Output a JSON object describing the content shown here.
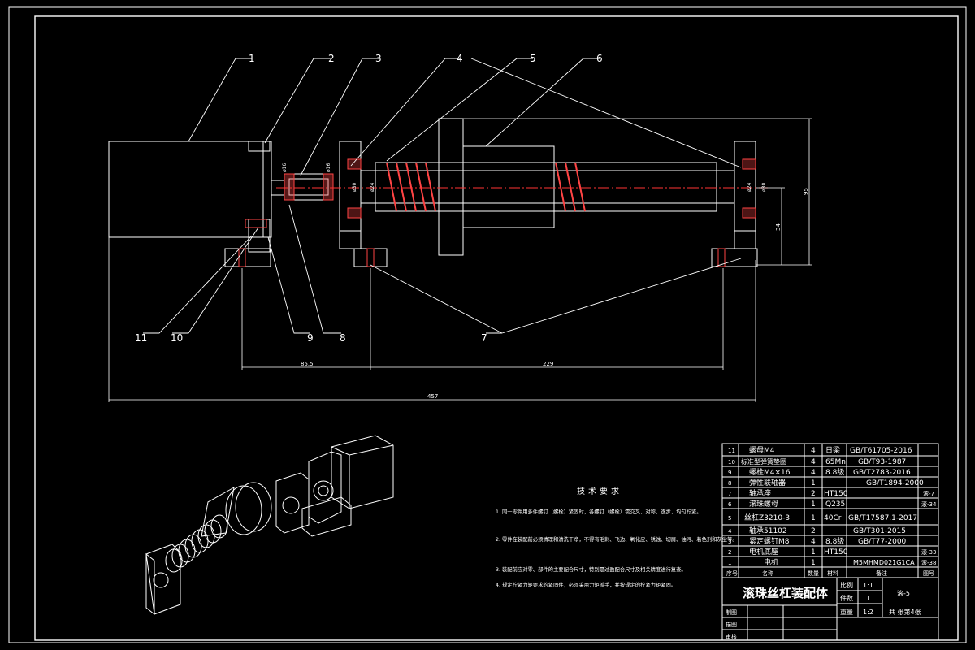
{
  "colors": {
    "background": "#000000",
    "line": "#ffffff",
    "centerline": "#ff3333",
    "hatch": "#ff4444",
    "dimension": "#ffffff"
  },
  "leaders": {
    "top": [
      "1",
      "2",
      "3",
      "4",
      "5",
      "6"
    ],
    "bottom": [
      "11",
      "10",
      "9",
      "8",
      "7"
    ]
  },
  "dimensions": {
    "seg1": "85.5",
    "seg2": "229",
    "total": "457",
    "height_outer": "95",
    "height_inner": "34",
    "dia_coupling_1": "ø16",
    "dia_coupling_2": "ø16",
    "dia_bearing_left_1": "ø30",
    "dia_bearing_left_2": "ø24",
    "dia_bearing_right_1": "ø24",
    "dia_bearing_right_2": "ø30"
  },
  "tech_requirements": {
    "title": "技术要求",
    "items": [
      "1. 同一零件用多件螺钉（螺栓）紧固时，各螺钉（螺栓）需交叉、对称、逐步、均匀拧紧。",
      "2. 零件在装配前必须清理和清洗干净，不得有毛刺、飞边、氧化皮、锈蚀、切屑、油污、着色剂和灰尘等。",
      "3. 装配前应对零、部件的主要配合尺寸，特别是过盈配合尺寸及相关精度进行复查。",
      "4. 规定拧紧力矩要求的紧固件，必须采用力矩扳手，并按规定的拧紧力矩紧固。"
    ]
  },
  "bom": {
    "rows": [
      {
        "no": "11",
        "name": "螺母M4",
        "qty": "4",
        "material": "日梁",
        "standard": "GB/T61705-2016",
        "note": ""
      },
      {
        "no": "10",
        "name": "标准型弹簧垫圈",
        "qty": "4",
        "material": "65Mn",
        "standard": "GB/T93-1987",
        "note": ""
      },
      {
        "no": "9",
        "name": "螺栓M4×16",
        "qty": "4",
        "material": "8.8级",
        "standard": "GB/T2783-2016",
        "note": ""
      },
      {
        "no": "8",
        "name": "弹性联轴器",
        "qty": "1",
        "material": "",
        "standard": "GB/T1894-2000",
        "note": ""
      },
      {
        "no": "7",
        "name": "轴承座",
        "qty": "2",
        "material": "HT150",
        "standard": "",
        "note": "滚-7"
      },
      {
        "no": "6",
        "name": "滚珠螺母",
        "qty": "1",
        "material": "Q235",
        "standard": "",
        "note": "滚-34"
      },
      {
        "no": "5",
        "name": "丝杠Z3210-3",
        "qty": "1",
        "material": "40Cr",
        "standard": "GB/T17587.1-2017",
        "note": ""
      },
      {
        "no": "4",
        "name": "轴承51102",
        "qty": "2",
        "material": "",
        "standard": "GB/T301-2015",
        "note": ""
      },
      {
        "no": "3",
        "name": "紧定螺钉M8",
        "qty": "4",
        "material": "8.8级",
        "standard": "GB/T77-2000",
        "note": ""
      },
      {
        "no": "2",
        "name": "电机底座",
        "qty": "1",
        "material": "HT150",
        "standard": "",
        "note": "滚-33"
      },
      {
        "no": "1",
        "name": "电机",
        "qty": "1",
        "material": "",
        "standard": "M5MHMD021G1CA",
        "note": "滚-38"
      }
    ],
    "header": {
      "no": "序号",
      "name": "名称",
      "qty": "数量",
      "material": "材料",
      "standard": "备注",
      "note": "图号"
    }
  },
  "title_block": {
    "drawing_name": "滚珠丝杠装配体",
    "scale_label": "比例",
    "scale_value": "1:1",
    "qty_label": "件数",
    "qty_value": "1",
    "weight_label": "重量",
    "weight_value": "1:2",
    "sheet_text": "共   张第4张",
    "drawing_no": "滚-5",
    "drawn_label": "制图",
    "designed_label": "描图",
    "checked_label": "审核"
  }
}
